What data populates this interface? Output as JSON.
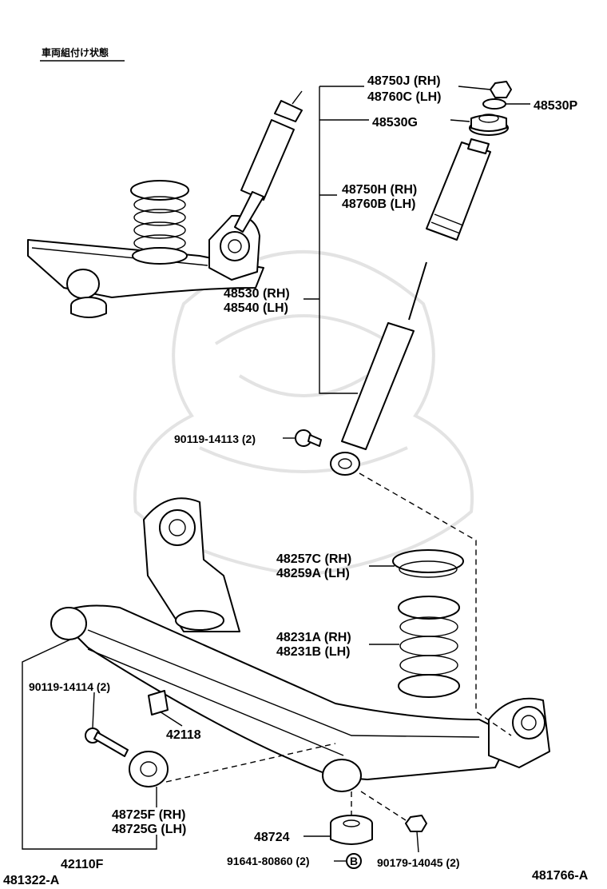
{
  "header": {
    "view_note": "車両組付け状態"
  },
  "parts": {
    "nut_rh": "48750J (RH)",
    "nut_lh": "48760C (LH)",
    "washer": "48530P",
    "mount": "48530G",
    "boot_rh": "48750H (RH)",
    "boot_lh": "48760B (LH)",
    "shock_rh": "48530 (RH)",
    "shock_lh": "48540 (LH)",
    "bolt_shock": "90119-14113 (2)",
    "insulator_rh": "48257C (RH)",
    "insulator_lh": "48259A (LH)",
    "spring_rh": "48231A (RH)",
    "spring_lh": "48231B (LH)",
    "bolt_axle": "90119-14114 (2)",
    "stopper": "42118",
    "bushing_rh": "48725F (RH)",
    "bushing_lh": "48725G (LH)",
    "bushing_center": "48724",
    "rivet": "91641-80860 (2)",
    "rivet_marker": "B",
    "nut_axle": "90179-14045 (2)",
    "axle_beam": "42110F",
    "figure_left_code": "481322-A",
    "figure_right_code": "481766-A"
  }
}
